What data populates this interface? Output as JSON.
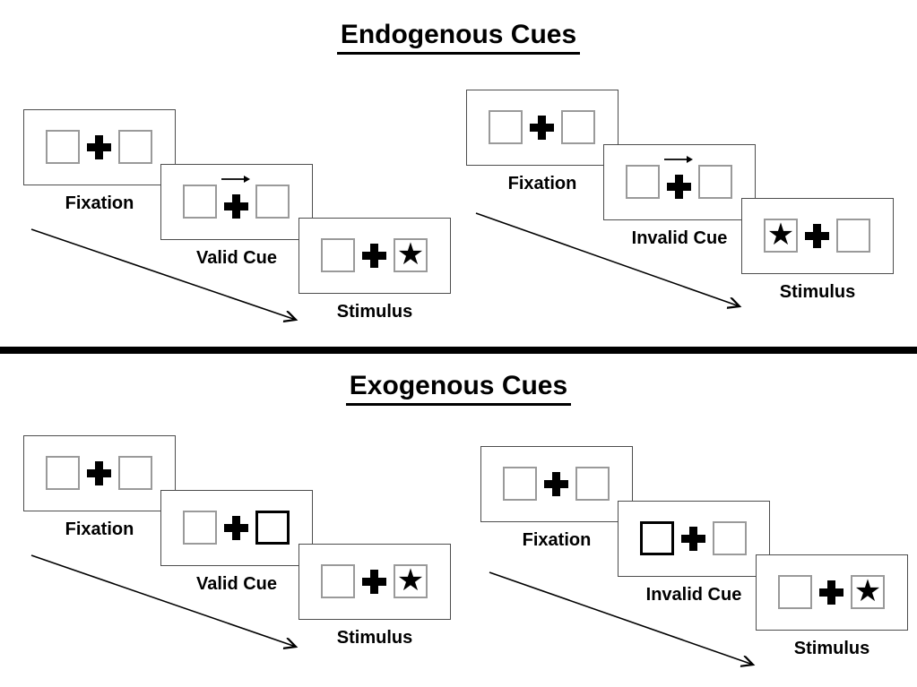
{
  "colors": {
    "background": "#ffffff",
    "ink": "#000000",
    "panel_border": "#4d4d4d",
    "box_border": "#9a9a9a"
  },
  "icons": {
    "star": "★"
  },
  "sections": {
    "endogenous": {
      "title": "Endogenous Cues",
      "cue_style": "central arrow above fixation cross",
      "valid": {
        "fixation": "Fixation",
        "cue": "Valid Cue",
        "stimulus": "Stimulus",
        "cue_direction": "right",
        "stimulus_side": "right"
      },
      "invalid": {
        "fixation": "Fixation",
        "cue": "Invalid Cue",
        "stimulus": "Stimulus",
        "cue_direction": "right",
        "stimulus_side": "left"
      }
    },
    "exogenous": {
      "title": "Exogenous Cues",
      "cue_style": "peripheral thick box outline",
      "valid": {
        "fixation": "Fixation",
        "cue": "Valid Cue",
        "stimulus": "Stimulus",
        "cue_side": "right",
        "stimulus_side": "right"
      },
      "invalid": {
        "fixation": "Fixation",
        "cue": "Invalid Cue",
        "stimulus": "Stimulus",
        "cue_side": "left",
        "stimulus_side": "right"
      }
    }
  }
}
